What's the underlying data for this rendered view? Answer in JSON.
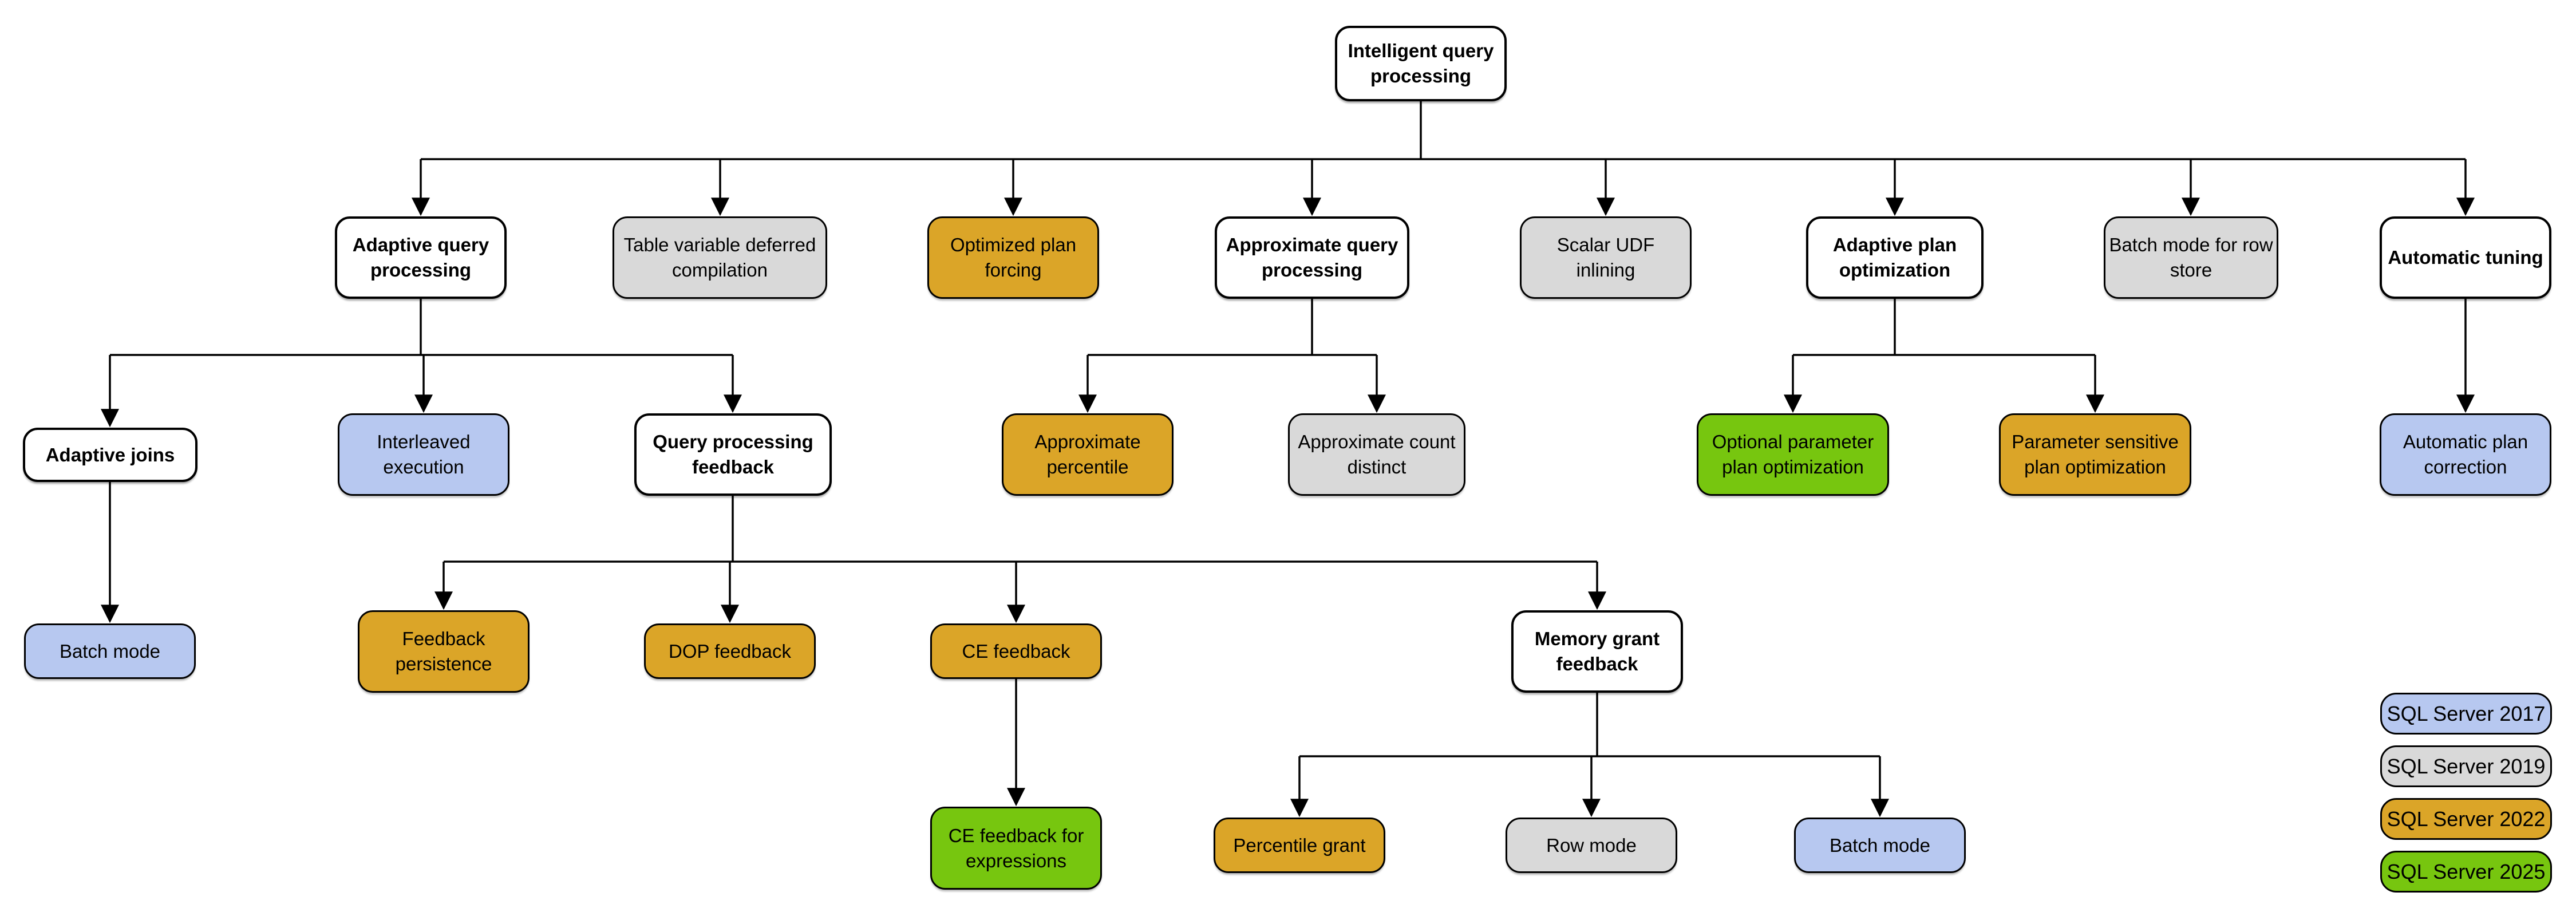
{
  "colors": {
    "none": "#ffffff",
    "sql2017": "#b7c8f0",
    "sql2019": "#d9d9d9",
    "sql2022": "#dba528",
    "sql2025": "#77c60f"
  },
  "tree": {
    "label": "Intelligent query processing",
    "category": "none",
    "children": [
      {
        "label": "Adaptive query processing",
        "category": "none",
        "children": [
          {
            "label": "Adaptive joins",
            "category": "none",
            "children": [
              {
                "label": "Batch mode",
                "category": "sql2017"
              }
            ]
          },
          {
            "label": "Interleaved execution",
            "category": "sql2017"
          },
          {
            "label": "Query processing feedback",
            "category": "none",
            "children": [
              {
                "label": "Feedback persistence",
                "category": "sql2022"
              },
              {
                "label": "DOP feedback",
                "category": "sql2022"
              },
              {
                "label": "CE feedback",
                "category": "sql2022",
                "children": [
                  {
                    "label": "CE feedback for expressions",
                    "category": "sql2025"
                  }
                ]
              },
              {
                "label": "Memory grant feedback",
                "category": "none",
                "children": [
                  {
                    "label": "Percentile grant",
                    "category": "sql2022"
                  },
                  {
                    "label": "Row mode",
                    "category": "sql2019"
                  },
                  {
                    "label": "Batch mode",
                    "category": "sql2017"
                  }
                ]
              }
            ]
          }
        ]
      },
      {
        "label": "Table variable deferred compilation",
        "category": "sql2019"
      },
      {
        "label": "Optimized plan forcing",
        "category": "sql2022"
      },
      {
        "label": "Approximate query processing",
        "category": "none",
        "children": [
          {
            "label": "Approximate percentile",
            "category": "sql2022"
          },
          {
            "label": "Approximate count distinct",
            "category": "sql2019"
          }
        ]
      },
      {
        "label": "Scalar UDF inlining",
        "category": "sql2019"
      },
      {
        "label": "Adaptive plan optimization",
        "category": "none",
        "children": [
          {
            "label": "Optional parameter plan optimization",
            "category": "sql2025"
          },
          {
            "label": "Parameter sensitive plan optimization",
            "category": "sql2022"
          }
        ]
      },
      {
        "label": "Batch mode for row store",
        "category": "sql2019"
      },
      {
        "label": "Automatic tuning",
        "category": "none",
        "children": [
          {
            "label": "Automatic plan correction",
            "category": "sql2017"
          }
        ]
      }
    ]
  },
  "legend": {
    "items": [
      {
        "label": "SQL Server 2017",
        "category": "sql2017"
      },
      {
        "label": "SQL Server 2019",
        "category": "sql2019"
      },
      {
        "label": "SQL Server 2022",
        "category": "sql2022"
      },
      {
        "label": "SQL Server 2025",
        "category": "sql2025"
      }
    ]
  }
}
